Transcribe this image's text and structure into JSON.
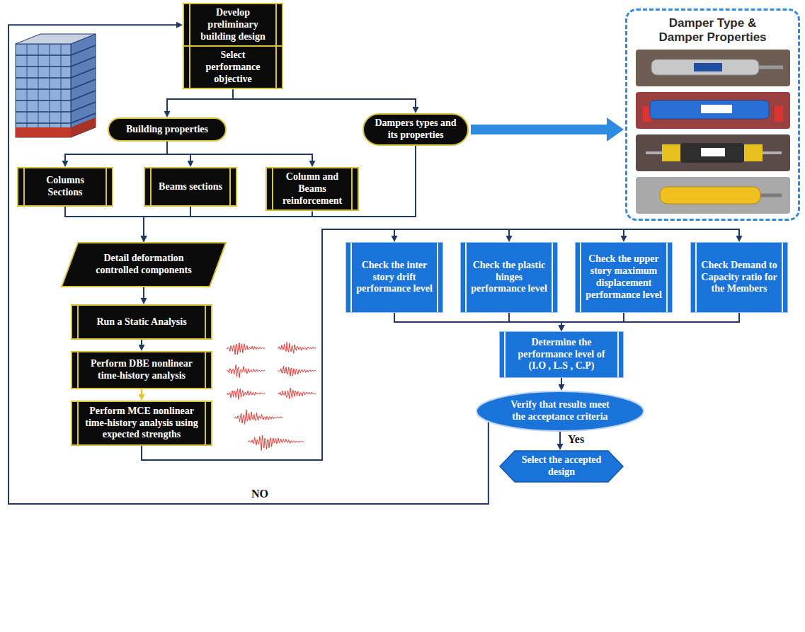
{
  "diagram": {
    "nodes": [
      {
        "text": [
          "Develop preliminary building design"
        ]
      },
      {
        "text": [
          "Select performance objective"
        ]
      },
      {
        "text": [
          "Building properties"
        ]
      },
      {
        "text": [
          "Dampers types and its properties"
        ]
      },
      {
        "text": [
          "Damper Type & Damper Properties"
        ]
      },
      {
        "text": [
          "Columns Sections"
        ]
      },
      {
        "text": [
          "Beams sections"
        ]
      },
      {
        "text": [
          "Column and Beams reinforcement"
        ]
      },
      {
        "text": [
          "Detail deformation controlled components"
        ]
      },
      {
        "text": [
          "Run a Static Analysis"
        ]
      },
      {
        "text": [
          "Perform DBE nonlinear time-history analysis"
        ]
      },
      {
        "text": [
          "Perform MCE nonlinear time-history analysis using expected strengths"
        ]
      },
      {
        "text": [
          "Check the inter story drift performance level"
        ]
      },
      {
        "text": [
          "Check the plastic hinges performance level"
        ]
      },
      {
        "text": [
          "Check the upper story maximum displacement performance level"
        ]
      },
      {
        "text": [
          "Check Demand to Capacity ratio for the Members"
        ]
      },
      {
        "text": [
          "Determine the performance level of (I.O , L.S , C.P)"
        ]
      },
      {
        "text": [
          "Verify that results meet the acceptance criteria"
        ]
      },
      {
        "text": [
          "Select the accepted design"
        ]
      }
    ],
    "edges": [
      {
        "from": 0,
        "to": 1,
        "arrow": "to"
      },
      {
        "from": 1,
        "to": 2,
        "arrow": "to"
      },
      {
        "from": 1,
        "to": 3,
        "arrow": "to"
      },
      {
        "from": 2,
        "to": 5,
        "arrow": "to"
      },
      {
        "from": 2,
        "to": 6,
        "arrow": "to"
      },
      {
        "from": 2,
        "to": 7,
        "arrow": "to"
      },
      {
        "from": 3,
        "to": 4,
        "arrow": "to"
      },
      {
        "from": 5,
        "to": 8,
        "arrow": "to"
      },
      {
        "from": 6,
        "to": 8,
        "arrow": "to"
      },
      {
        "from": 7,
        "to": 8,
        "arrow": "to"
      },
      {
        "from": 3,
        "to": 8,
        "arrow": "to"
      },
      {
        "from": 8,
        "to": 9,
        "arrow": "to"
      },
      {
        "from": 9,
        "to": 10,
        "arrow": "to"
      },
      {
        "from": 10,
        "to": 11,
        "arrow": "to"
      },
      {
        "from": 11,
        "to": 12,
        "arrow": "to"
      },
      {
        "from": 11,
        "to": 13,
        "arrow": "to"
      },
      {
        "from": 11,
        "to": 14,
        "arrow": "to"
      },
      {
        "from": 11,
        "to": 15,
        "arrow": "to"
      },
      {
        "from": 12,
        "to": 16,
        "arrow": "to"
      },
      {
        "from": 13,
        "to": 16,
        "arrow": "to"
      },
      {
        "from": 14,
        "to": 16,
        "arrow": "to"
      },
      {
        "from": 15,
        "to": 16,
        "arrow": "to"
      },
      {
        "from": 16,
        "to": 17,
        "arrow": "to"
      },
      {
        "from": 17,
        "to": 18,
        "label": "Yes",
        "arrow": "to"
      },
      {
        "from": 17,
        "to": 0,
        "label": "NO",
        "arrow": "to"
      }
    ]
  }
}
